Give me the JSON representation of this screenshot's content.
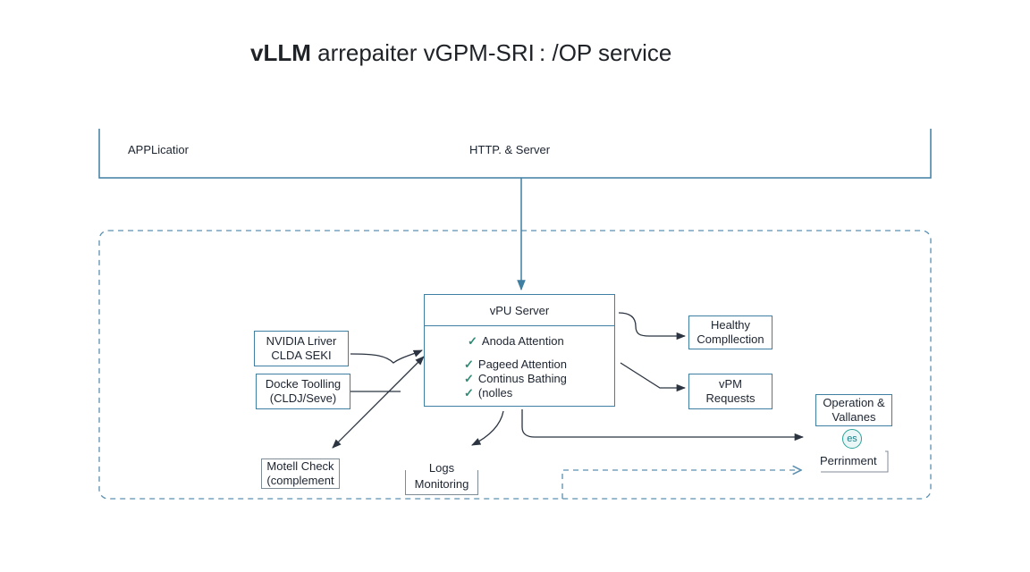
{
  "title": {
    "brand": "vLLM",
    "rest": " arrepaiter vGPM-SRI : /OP service"
  },
  "application_layer": {
    "left_label": "APPLicatior",
    "center_label": "HTTP. & Server"
  },
  "server": {
    "title": "vPU Server",
    "features": [
      "Anoda Attention",
      "Pageed Attention",
      "Continus Bathing",
      "(nolles"
    ],
    "check_glyph": "✓"
  },
  "left_boxes": {
    "driver": {
      "line1": "NVIDIA Lriver",
      "line2": "CLDA SEKI"
    },
    "tooling": {
      "line1": "Docke Toolling",
      "line2": "(CLDJ/Seve)"
    }
  },
  "right_boxes": {
    "health": {
      "line1": "Healthy",
      "line2": "Compllection"
    },
    "requests": {
      "line1": "vPM",
      "line2": "Requests"
    },
    "operation": {
      "line1": "Operation &",
      "line2": "Vallanes"
    }
  },
  "bottom": {
    "model_check": {
      "line1": "Motell Check",
      "line2": "(complement"
    },
    "logs": {
      "line1": "Logs",
      "line2": "Monitoring"
    },
    "badge": "es",
    "persistence": "Perrinment"
  },
  "colors": {
    "accent": "#3e7fa2",
    "arrow": "#2b3440",
    "dashed": "#5b8fb0",
    "check": "#2e8b74",
    "badge": "#2aa39a"
  }
}
